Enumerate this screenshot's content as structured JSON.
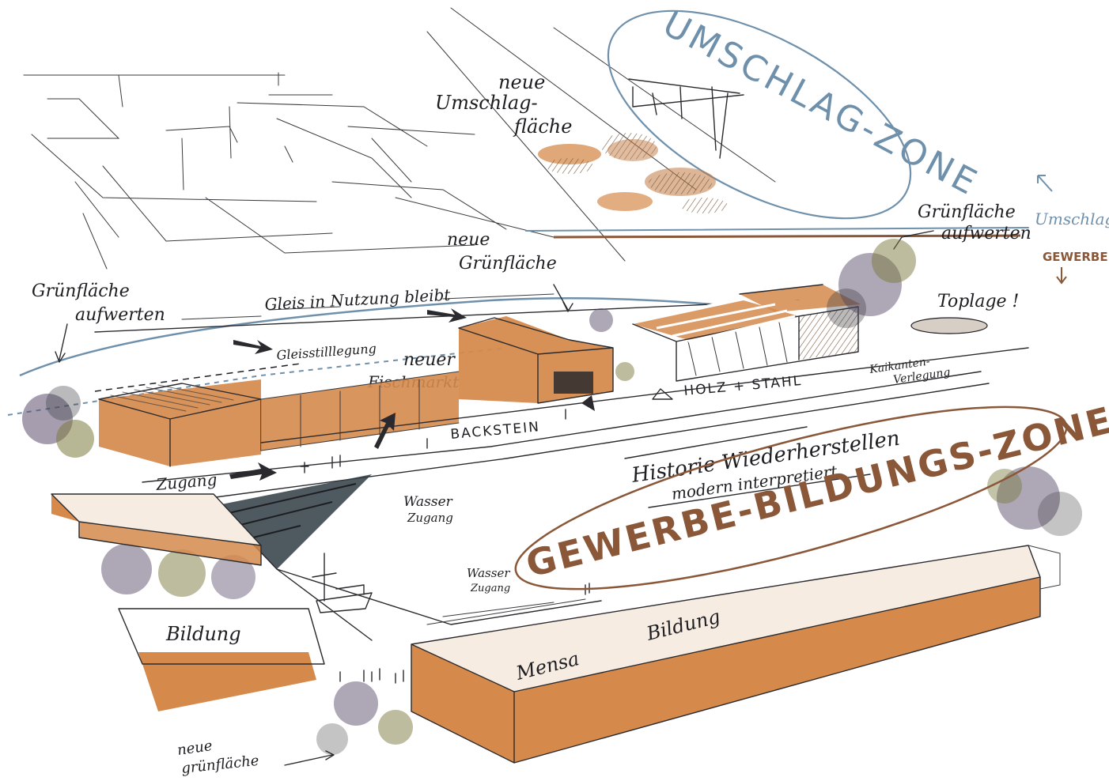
{
  "colors": {
    "ink": "#1e1e22",
    "brick": "#d58a4c",
    "brick_dark": "#a8612c",
    "zone_blue": "#6f90ab",
    "zone_brown": "#8a5738",
    "water": "#2f3d44",
    "tree_purple": "#5d4f6e",
    "tree_olive": "#7b7a3e"
  },
  "zones": {
    "umschlag": "UMSCHLAG-ZONE",
    "gewerbe_bildung": "GEWERBE-BILDUNGS-ZONE"
  },
  "labels": {
    "neue_umschlagflaeche_1": "neue",
    "neue_umschlagflaeche_2": "Umschlag-",
    "neue_umschlagflaeche_3": "fläche",
    "gruenflaeche_aufwerten_right_1": "Grünfläche",
    "gruenflaeche_aufwerten_right_2": "aufwerten",
    "umschlag_arrow": "Umschlag",
    "gewerbe_arrow": "GEWERBE",
    "neue_gruenflaeche_top_1": "neue",
    "neue_gruenflaeche_top_2": "Grünfläche",
    "gruenflaeche_aufwerten_left_1": "Grünfläche",
    "gruenflaeche_aufwerten_left_2": "aufwerten",
    "gleis_nutzung": "Gleis in Nutzung bleibt",
    "toplage": "Toplage !",
    "gleisstilllegung": "Gleisstilllegung",
    "neuer_fischmarkt_1": "neuer",
    "neuer_fischmarkt_2": "Fischmarkt",
    "holz_stahl": "HOLZ + STAHL",
    "kaikanten_1": "Kaikanten-",
    "kaikanten_2": "Verlegung",
    "backstein": "BACKSTEIN",
    "historie_1": "Historie Wiederherstellen",
    "historie_2": "modern interpretiert",
    "zugang": "Zugang",
    "wasser_zugang_1_a": "Wasser",
    "wasser_zugang_1_b": "Zugang",
    "wasser_zugang_2_a": "Wasser",
    "wasser_zugang_2_b": "Zugang",
    "bildung_left": "Bildung",
    "bildung_right": "Bildung",
    "mensa": "Mensa",
    "neue_gruenflaeche_bottom_1": "neue",
    "neue_gruenflaeche_bottom_2": "grünfläche"
  },
  "icons": [
    "north-arrow-icon",
    "access-arrow-icon",
    "people-icon",
    "tree-icon",
    "crane-icon",
    "boat-icon"
  ]
}
